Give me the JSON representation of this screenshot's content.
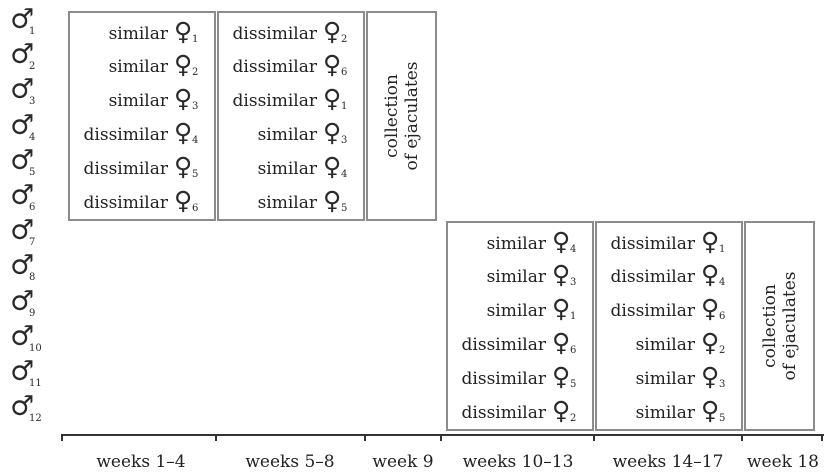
{
  "males": [
    {
      "symbol": "♂",
      "sub": "1"
    },
    {
      "symbol": "♂",
      "sub": "2"
    },
    {
      "symbol": "♂",
      "sub": "3"
    },
    {
      "symbol": "♂",
      "sub": "4"
    },
    {
      "symbol": "♂",
      "sub": "5"
    },
    {
      "symbol": "♂",
      "sub": "6"
    },
    {
      "symbol": "♂",
      "sub": "7"
    },
    {
      "symbol": "♂",
      "sub": "8"
    },
    {
      "symbol": "♂",
      "sub": "9"
    },
    {
      "symbol": "♂",
      "sub": "10"
    },
    {
      "symbol": "♂",
      "sub": "11"
    },
    {
      "symbol": "♂",
      "sub": "12"
    }
  ],
  "female_symbol": "♀",
  "blocks": [
    {
      "pairs": [
        {
          "label": "similar",
          "female": "1"
        },
        {
          "label": "similar",
          "female": "2"
        },
        {
          "label": "similar",
          "female": "3"
        },
        {
          "label": "dissimilar",
          "female": "4"
        },
        {
          "label": "dissimilar",
          "female": "5"
        },
        {
          "label": "dissimilar",
          "female": "6"
        }
      ]
    },
    {
      "pairs": [
        {
          "label": "dissimilar",
          "female": "2"
        },
        {
          "label": "dissimilar",
          "female": "6"
        },
        {
          "label": "dissimilar",
          "female": "1"
        },
        {
          "label": "similar",
          "female": "3"
        },
        {
          "label": "similar",
          "female": "4"
        },
        {
          "label": "similar",
          "female": "5"
        }
      ]
    },
    {
      "collection": [
        "collection",
        "of ejaculates"
      ]
    },
    {
      "pairs": [
        {
          "label": "similar",
          "female": "4"
        },
        {
          "label": "similar",
          "female": "3"
        },
        {
          "label": "similar",
          "female": "1"
        },
        {
          "label": "dissimilar",
          "female": "6"
        },
        {
          "label": "dissimilar",
          "female": "5"
        },
        {
          "label": "dissimilar",
          "female": "2"
        }
      ]
    },
    {
      "pairs": [
        {
          "label": "dissimilar",
          "female": "1"
        },
        {
          "label": "dissimilar",
          "female": "4"
        },
        {
          "label": "dissimilar",
          "female": "6"
        },
        {
          "label": "similar",
          "female": "2"
        },
        {
          "label": "similar",
          "female": "3"
        },
        {
          "label": "similar",
          "female": "5"
        }
      ]
    },
    {
      "collection": [
        "collection",
        "of ejaculates"
      ]
    }
  ],
  "weeks": [
    "weeks 1–4",
    "weeks 5–8",
    "week 9",
    "weeks 10–13",
    "weeks 14–17",
    "week 18"
  ]
}
